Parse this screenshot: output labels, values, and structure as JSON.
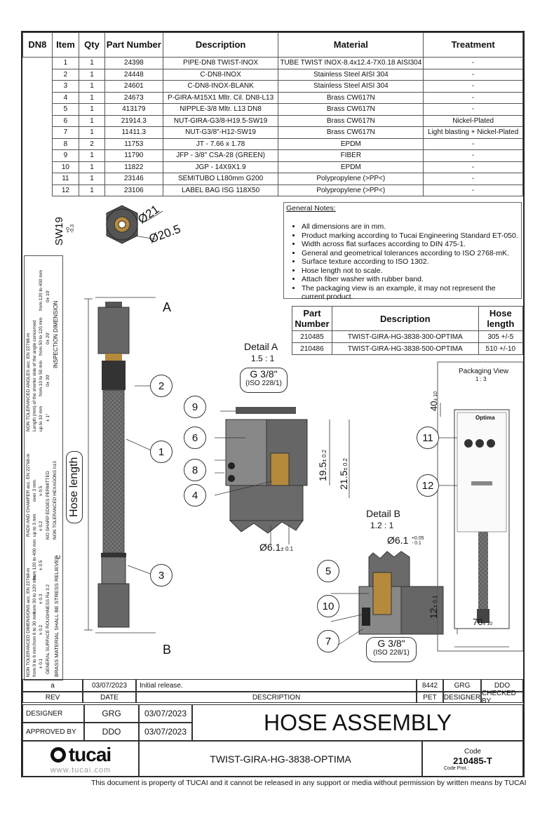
{
  "bom": {
    "tag": "DN8",
    "headers": [
      "Item",
      "Qty",
      "Part Number",
      "Description",
      "Material",
      "Treatment"
    ],
    "rows": [
      [
        "1",
        "1",
        "24398",
        "PIPE-DN8 TWIST-INOX",
        "TUBE TWIST INOX-8.4x12.4-7X0.18 AISI304",
        "-"
      ],
      [
        "2",
        "1",
        "24448",
        "C-DN8-INOX",
        "Stainless Steel AISI 304",
        "-"
      ],
      [
        "3",
        "1",
        "24601",
        "C-DN8-INOX-BLANK",
        "Stainless Steel AISI 304",
        "-"
      ],
      [
        "4",
        "1",
        "24673",
        "P-GIRA-M15X1 Mltr. Cil. DN8-L13",
        "Brass CW617N",
        "-"
      ],
      [
        "5",
        "1",
        "413179",
        "NIPPLE-3/8 Mltr. L13 DN8",
        "Brass CW617N",
        "-"
      ],
      [
        "6",
        "1",
        "21914.3",
        "NUT-GIRA-G3/8-H19.5-SW19",
        "Brass CW617N",
        "Nickel-Plated"
      ],
      [
        "7",
        "1",
        "11411.3",
        "NUT-G3/8\"-H12-SW19",
        "Brass CW617N",
        "Light blasting + Nickel-Plated"
      ],
      [
        "8",
        "2",
        "11753",
        "JT - 7.66 x 1.78",
        "EPDM",
        "-"
      ],
      [
        "9",
        "1",
        "11790",
        "JFP - 3/8\" CSA-28 (GREEN)",
        "FIBER",
        "-"
      ],
      [
        "10",
        "1",
        "11822",
        "JGP - 14X9X1.9",
        "EPDM",
        "-"
      ],
      [
        "11",
        "1",
        "23146",
        "SEMITUBO L180mm G200",
        "Polypropylene (>PP<)",
        "-"
      ],
      [
        "12",
        "1",
        "23106",
        "LABEL BAG ISG 118X50",
        "Polypropylene (>PP<)",
        "-"
      ]
    ]
  },
  "notes": {
    "heading": "General Notes:",
    "items": [
      "All dimensions are in mm.",
      "Product marking according to Tucai Engineering Standard ET-050.",
      "Width across flat surfaces according to DIN 475-1.",
      "General and geometrical tolerances according to ISO 2768-mK.",
      "Surface texture according to ISO 1302.",
      "Hose length not to scale.",
      "Attach fiber washer with rubber band.",
      "The packaging view is an example, it may not represent the current product."
    ]
  },
  "hose_table": {
    "headers": [
      "Part Number",
      "Description",
      "Hose length"
    ],
    "rows": [
      [
        "210485",
        "TWIST-GIRA-HG-3838-300-OPTIMA",
        "305 +/-5"
      ],
      [
        "210486",
        "TWIST-GIRA-HG-3838-500-OPTIMA",
        "510 +/-10"
      ]
    ]
  },
  "drawing": {
    "sw": "SW19",
    "sw_tol_up": "+0",
    "sw_tol_dn": "-0.3",
    "d21": "Ø21",
    "d205": "Ø20.5",
    "label_a": "A",
    "label_b": "B",
    "hose_length": "Hose length",
    "detail_a": "Detail A",
    "detail_a_scale": "1.5 : 1",
    "detail_b": "Detail B",
    "detail_b_scale": "1.2 : 1",
    "g38": "G 3/8\"",
    "iso": "(ISO 228/1)",
    "dim_195": "19.5",
    "dim_215": "21.5",
    "tol_02": "± 0.2",
    "dim_61": "Ø6.1",
    "tol_01": "± 0.1",
    "tol_b_up": "+0.05",
    "tol_b_dn": "- 0.1",
    "dim_12": "12",
    "dim_40": "40",
    "dim_70": "70",
    "tol_10": "± 10",
    "packaging_view": "Packaging View",
    "packaging_scale": "1 : 3",
    "pkg_brand": "Optima",
    "callouts": [
      "1",
      "2",
      "3",
      "4",
      "5",
      "6",
      "7",
      "8",
      "9",
      "10",
      "11",
      "12"
    ]
  },
  "tolerances": {
    "inspection": "INSPECTION DIMENSION",
    "ang_title": "NON TOLERANCED ANGLES acc. EN 22768-m",
    "ang_sub": "Length (mm) of the shorter side of the angle concerned",
    "ang_cols": [
      "up to 10 mm",
      "from 10 to 50 mm",
      "from 50 to 120 mm",
      "from 120 to 400 mm"
    ],
    "ang_vals": [
      "± 1°",
      "0± 30'",
      "0± 20'",
      "0± 10'"
    ],
    "radii_title": "RADII AND CHAMFER acc. EN 22768-m",
    "radii_cols": [
      "up to 3 mm",
      "over 3 mm."
    ],
    "radii_vals": [
      "± 0.2",
      "± 0.5"
    ],
    "sharp": "NO SHARP EDGES PERMITTED",
    "hex": "NON TOLERANCED HEXAGONS h13",
    "dim_title": "NON TOLERANCED DIMENSIONS acc. EN 22768-m",
    "dim_cols": [
      "from 0 to 6 mm.",
      "from 6 to 30 mm.",
      "from 30 to 120 mm.",
      "from 120 to 400 mm"
    ],
    "dim_vals": [
      "± 0.1",
      "± 0.2",
      "± 0.3",
      "± 0.5"
    ],
    "rough": "GENERAL SURFACE ROUGHNESS Ra 3.2",
    "stress": "BRASS MATERIAL SHALL BE STRESS RELIEVED",
    "stress_mark": "C"
  },
  "title_block": {
    "rev": "a",
    "date": "03/07/2023",
    "desc": "Initial release.",
    "pet": "8442",
    "designer_init": "GRG",
    "checked_init": "DDO",
    "h_rev": "REV",
    "h_date": "DATE",
    "h_desc": "DESCRIPTION",
    "h_pet": "PET",
    "h_designer": "DESIGNER",
    "h_checked": "CHECKED BY",
    "designer_label": "DESIGNER",
    "designer": "GRG",
    "designer_date": "03/07/2023",
    "approved_label": "APPROVED BY",
    "approved": "DDO",
    "approved_date": "03/07/2023",
    "title": "HOSE ASSEMBLY",
    "logo": "tucai",
    "website": "www.tucai.com",
    "drawing_name": "TWIST-GIRA-HG-3838-OPTIMA",
    "code_label": "Code",
    "code": "210485-T",
    "code_prot": "Code Prot.:"
  },
  "footer": "This document is property of TUCAI and it cannot be released in any support or media without permission by written means by TUCAI",
  "colors": {
    "brass": "#b58a3c",
    "steel": "#6e6e6e",
    "dark": "#4a4a4a"
  }
}
